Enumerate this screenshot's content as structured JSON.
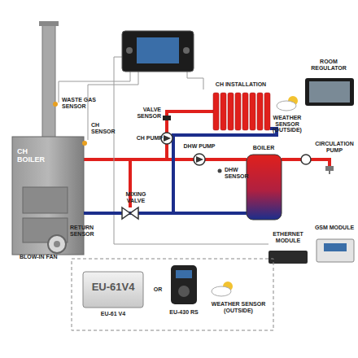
{
  "diagram": {
    "nodes": [
      {
        "text": [
          "CH BOILER"
        ]
      },
      {
        "text": [
          "CH INSTALLATION"
        ]
      },
      {
        "text": [
          "ROOM REGULATOR"
        ]
      },
      {
        "text": [
          "BOILER"
        ]
      },
      {
        "text": [
          "ETHERNET MODULE"
        ]
      },
      {
        "text": [
          "GSM MODULE"
        ]
      },
      {
        "text": [
          "EU-61V4",
          "EU-61 V4"
        ]
      },
      {
        "text": [
          "EU-430 RS"
        ]
      }
    ],
    "edges": [
      {
        "from": 0,
        "to": 1,
        "arrow": "none"
      },
      {
        "from": 0,
        "to": 3,
        "arrow": "none"
      }
    ],
    "labels": [
      "WASTE GAS SENSOR",
      "CH SENSOR",
      "VALVE SENSOR",
      "CH PUMP",
      "WEATHER SENSOR (OUTSIDE)",
      "DHW PUMP",
      "CIRCULATION PUMP",
      "DHW SENSOR",
      "BLOW-IN FAN",
      "MIXING VALVE",
      "RETURN SENSOR",
      "OR",
      "WEATHER SENSOR (OUTSIDE)"
    ]
  }
}
